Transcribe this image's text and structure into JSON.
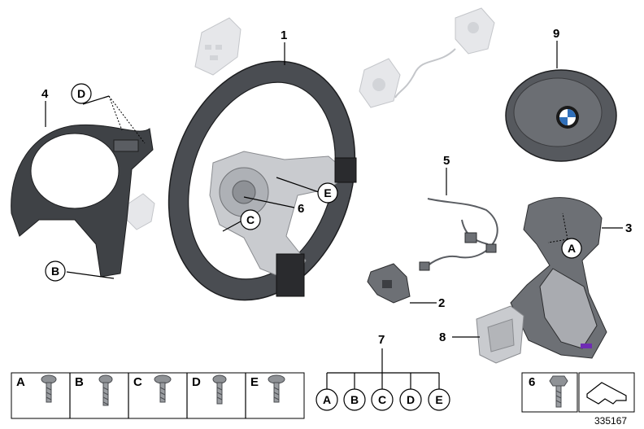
{
  "callouts": {
    "part1": "1",
    "part2": "2",
    "part3": "3",
    "part4": "4",
    "part5": "5",
    "part6": "6",
    "part7": "7",
    "part8": "8",
    "part9": "9",
    "ref_A": "A",
    "ref_B": "B",
    "ref_C": "C",
    "ref_D": "D",
    "ref_E": "E"
  },
  "screw_legend": {
    "items": [
      "A",
      "B",
      "C",
      "D",
      "E"
    ]
  },
  "kit": {
    "number": "7",
    "items": [
      "A",
      "B",
      "C",
      "D",
      "E"
    ]
  },
  "bolt_legend": {
    "number": "6"
  },
  "document_number": "335167"
}
